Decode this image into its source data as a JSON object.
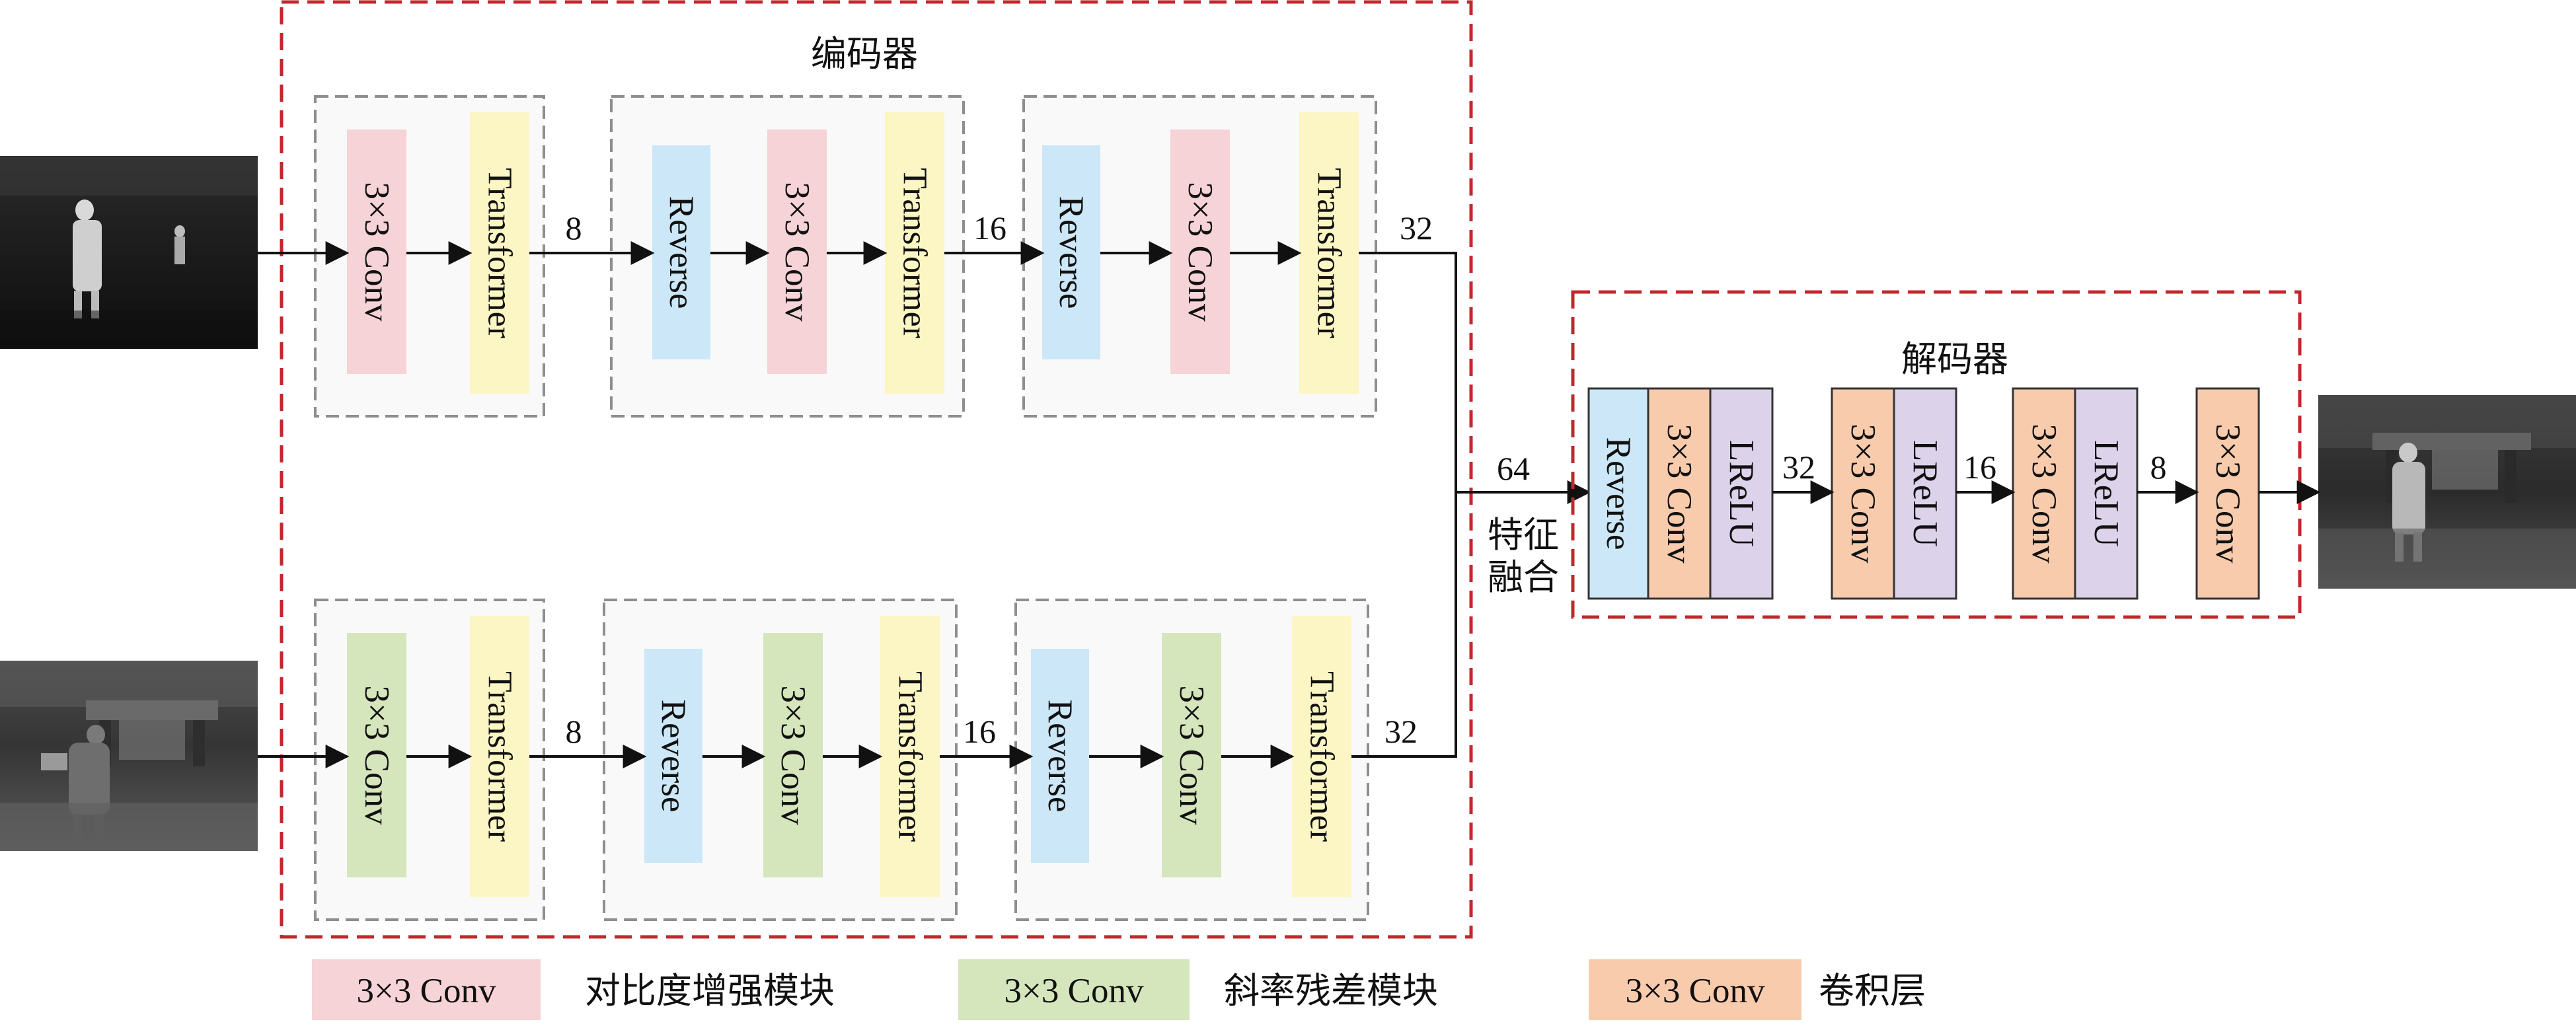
{
  "colors": {
    "contrast_pink": "#F6D3D6",
    "slope_green": "#D5E5BC",
    "reverse_blue": "#CCE7F7",
    "transformer_yellow": "#FCF6C4",
    "decoder_conv_orange": "#F8CBAD",
    "lrelu_purple": "#DCD2EA",
    "dashed_red": "#C0282D",
    "dashed_gray": "#8E8E8E"
  },
  "encoder": {
    "title": "编码器",
    "top_row": {
      "groups": [
        {
          "blocks": [
            "3×3 Conv",
            "Transformer"
          ]
        },
        {
          "blocks": [
            "Reverse",
            "3×3 Conv",
            "Transformer"
          ]
        },
        {
          "blocks": [
            "Reverse",
            "3×3 Conv",
            "Transformer"
          ]
        }
      ],
      "channels": [
        "8",
        "16",
        "32"
      ]
    },
    "bottom_row": {
      "groups": [
        {
          "blocks": [
            "3×3 Conv",
            "Transformer"
          ]
        },
        {
          "blocks": [
            "Reverse",
            "3×3 Conv",
            "Transformer"
          ]
        },
        {
          "blocks": [
            "Reverse",
            "3×3 Conv",
            "Transformer"
          ]
        }
      ],
      "channels": [
        "8",
        "16",
        "32"
      ]
    }
  },
  "fusion": {
    "channels": "64",
    "label_line1": "特征",
    "label_line2": "融合"
  },
  "decoder": {
    "title": "解码器",
    "blocks": [
      "Reverse",
      "3×3 Conv",
      "LReLU",
      "3×3 Conv",
      "LReLU",
      "3×3 Conv",
      "LReLU",
      "3×3 Conv"
    ],
    "channels": [
      "32",
      "16",
      "8"
    ]
  },
  "legend": [
    {
      "swatch": "3×3 Conv",
      "label": "对比度增强模块"
    },
    {
      "swatch": "3×3 Conv",
      "label": "斜率残差模块"
    },
    {
      "swatch": "3×3 Conv",
      "label": "卷积层"
    }
  ]
}
